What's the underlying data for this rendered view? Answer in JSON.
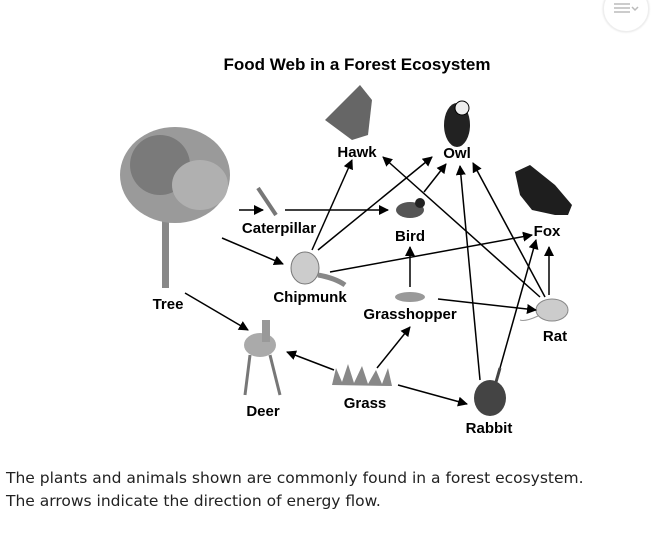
{
  "menu": {
    "icon": "menu-lines-chevron-icon"
  },
  "diagram": {
    "title": "Food Web in a Forest Ecosystem",
    "organisms": {
      "hawk": "Hawk",
      "owl": "Owl",
      "caterpillar": "Caterpillar",
      "bird": "Bird",
      "fox": "Fox",
      "chipmunk": "Chipmunk",
      "tree": "Tree",
      "grasshopper": "Grasshopper",
      "rat": "Rat",
      "deer": "Deer",
      "grass": "Grass",
      "rabbit": "Rabbit"
    },
    "energy_flow": [
      [
        "Tree",
        "Caterpillar"
      ],
      [
        "Caterpillar",
        "Bird"
      ],
      [
        "Tree",
        "Chipmunk"
      ],
      [
        "Tree",
        "Deer"
      ],
      [
        "Chipmunk",
        "Hawk"
      ],
      [
        "Chipmunk",
        "Owl"
      ],
      [
        "Chipmunk",
        "Fox"
      ],
      [
        "Bird",
        "Owl"
      ],
      [
        "Grasshopper",
        "Bird"
      ],
      [
        "Grasshopper",
        "Rat"
      ],
      [
        "Rat",
        "Hawk"
      ],
      [
        "Rat",
        "Owl"
      ],
      [
        "Rat",
        "Fox"
      ],
      [
        "Rabbit",
        "Owl"
      ],
      [
        "Rabbit",
        "Fox"
      ],
      [
        "Grass",
        "Grasshopper"
      ],
      [
        "Grass",
        "Deer"
      ],
      [
        "Grass",
        "Rabbit"
      ]
    ]
  },
  "caption": {
    "line1": "The plants and animals shown are commonly found in a forest ecosystem.",
    "line2": "The arrows indicate the direction of energy flow."
  }
}
